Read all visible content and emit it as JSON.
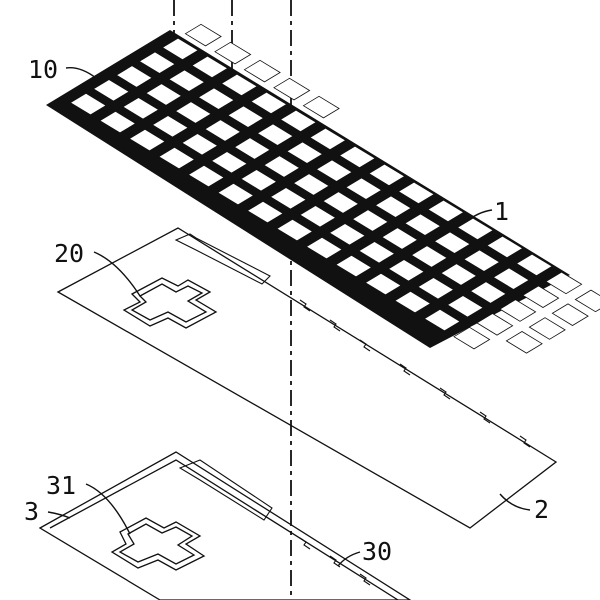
{
  "figure": {
    "labels": {
      "frame": "10",
      "keyboard": "1",
      "upper_pad": "20",
      "membrane": "2",
      "lower_pad": "31",
      "base": "3",
      "base_edge": "30"
    }
  }
}
